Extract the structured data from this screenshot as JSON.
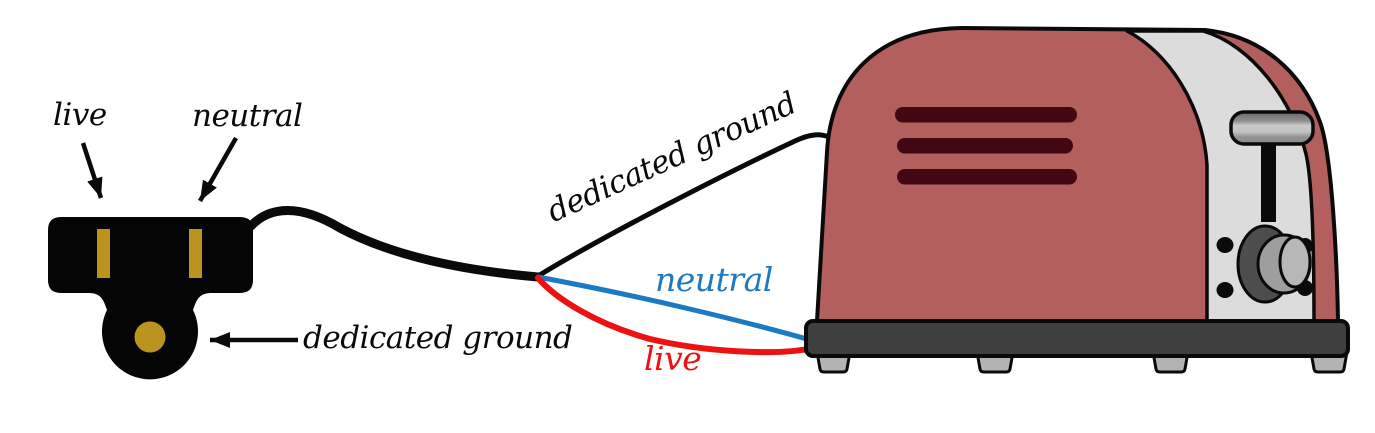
{
  "labels": {
    "plug_live": "live",
    "plug_neutral": "neutral",
    "plug_ground": "dedicated ground",
    "wire_ground": "dedicated ground",
    "wire_neutral": "neutral",
    "wire_live": "live"
  },
  "colors": {
    "live": "#ee1111",
    "neutral": "#1b7ac1",
    "ground": "#0a0a0a",
    "cable": "#0a0a0a",
    "plug_body": "#050505",
    "prong_gold": "#bd931f",
    "toaster_body": "#b25f5e",
    "toaster_vent": "#410813",
    "toaster_panel": "#dcdcdc",
    "toaster_base": "#3f3f3f",
    "toaster_foot": "#b3b3b3",
    "knob_dark": "#4d4d4d",
    "knob_mid": "#9e9e9e",
    "knob_light": "#b7b7b7"
  }
}
